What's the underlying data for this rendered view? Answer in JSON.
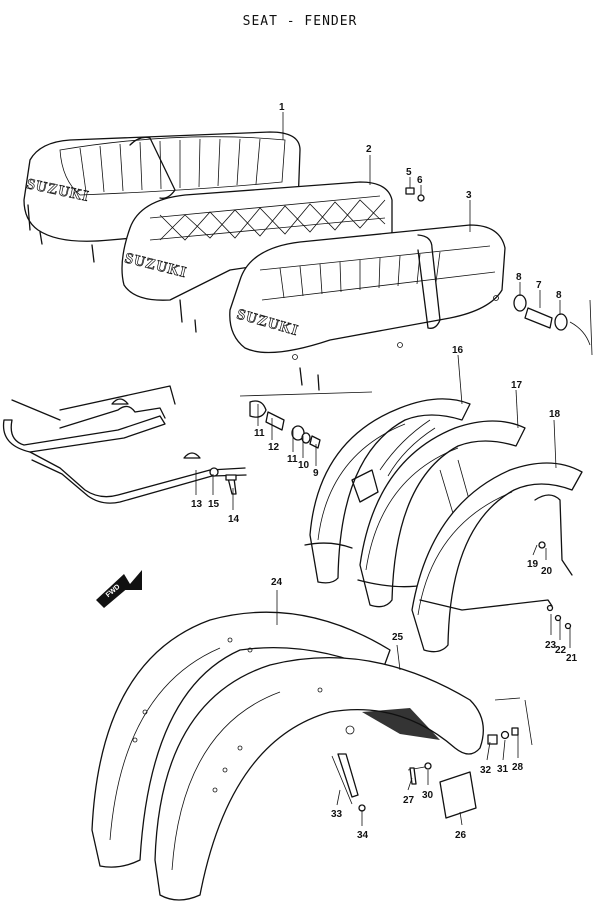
{
  "title": "SEAT - FENDER",
  "brand_label": "SUZUKI",
  "fwd_label": "FWD",
  "callouts": [
    "1",
    "2",
    "3",
    "5",
    "6",
    "8",
    "7",
    "8",
    "16",
    "17",
    "18",
    "11",
    "12",
    "11",
    "10",
    "9",
    "13",
    "15",
    "14",
    "19",
    "20",
    "23",
    "22",
    "21",
    "24",
    "25",
    "32",
    "31",
    "28",
    "27",
    "30",
    "26",
    "33",
    "34"
  ]
}
